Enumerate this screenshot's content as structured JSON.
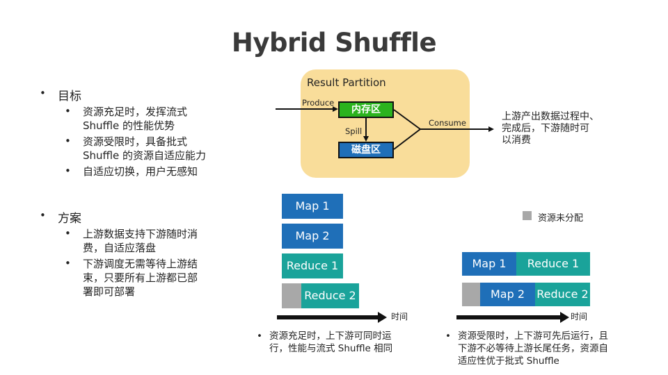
{
  "title": "Hybrid Shuffle",
  "goals": {
    "heading": "目标",
    "items": [
      [
        "资源充足时，发挥流式",
        "Shuffle 的性能优势"
      ],
      [
        "资源受限时，具备批式",
        "Shuffle 的资源自适应能力"
      ],
      [
        "自适应切换，用户无感知"
      ]
    ]
  },
  "plan": {
    "heading": "方案",
    "items": [
      [
        "上游数据支持下游随时消",
        "费，自适应落盘"
      ],
      [
        "下游调度无需等待上游结",
        "束，只要所有上游都已部",
        "署即可部署"
      ]
    ]
  },
  "diagram": {
    "panel_title": "Result Partition",
    "memory_label": "内存区",
    "disk_label": "磁盘区",
    "produce_label": "Produce",
    "spill_label": "Spill",
    "consume_label": "Consume",
    "consume_note": [
      "上游产出数据过程中、",
      "完成后，下游随时可",
      "以消费"
    ]
  },
  "left_schedule": {
    "map1": "Map 1",
    "map2": "Map 2",
    "reduce1": "Reduce 1",
    "reduce2": "Reduce 2",
    "time_label": "时间",
    "note": [
      "资源充足时，上下游可同时运",
      "行，性能与流式 Shuffle 相同"
    ]
  },
  "right_schedule": {
    "legend": "资源未分配",
    "map1": "Map 1",
    "reduce1": "Reduce 1",
    "map2": "Map 2",
    "reduce2": "Reduce 2",
    "time_label": "时间",
    "note": [
      "资源受限时，上下游可先后运行，且",
      "下游不必等待上游长尾任务，资源自",
      "适应性优于批式 Shuffle"
    ]
  },
  "colors": {
    "memory": "#2bb31e",
    "disk": "#1f6fb8",
    "map": "#1f6fb8",
    "reduce": "#1aa39a",
    "unallocated": "#a8a8a8",
    "panel": "#f9dd9a"
  }
}
